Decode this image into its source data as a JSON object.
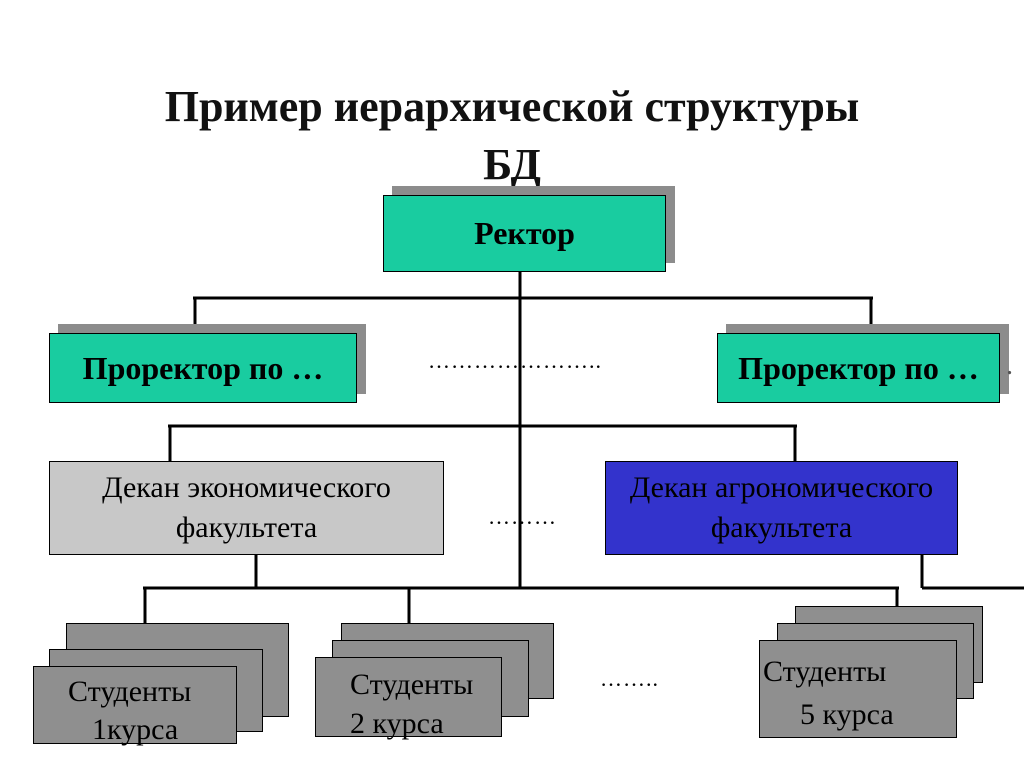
{
  "title": {
    "line1": "Пример иерархической структуры",
    "line2": "БД"
  },
  "colors": {
    "green": "#19cca0",
    "gray_light": "#c8c8c8",
    "blue": "#3333cc",
    "gray_dark": "#8f8f8f",
    "shadow": "#8c8c8c"
  },
  "rector": {
    "label": "Ректор"
  },
  "prorectors": [
    {
      "label": "Проректор по …"
    },
    {
      "label": "Проректор по …"
    }
  ],
  "deans": [
    {
      "line1": "Декан экономического",
      "line2": "факультета"
    },
    {
      "line1": "Декан агрономического",
      "line2": "факультета"
    }
  ],
  "students": [
    {
      "line1": "Студенты",
      "line2": "1курса"
    },
    {
      "line1": "Студенты",
      "line2": "2 курса"
    },
    {
      "line1": "Студенты",
      "line2": "5 курса"
    }
  ],
  "ellipses": {
    "prorectors": "…………………..",
    "deans": "………",
    "students": "……..",
    "side_dot": "."
  }
}
